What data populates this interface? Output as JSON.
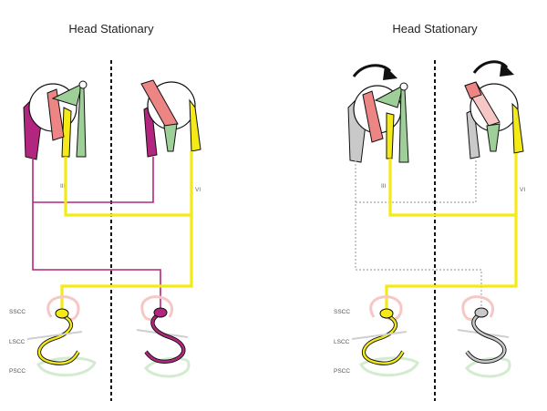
{
  "panels": {
    "left": {
      "title": "Head Stationary"
    },
    "right": {
      "title": "Head Stationary"
    }
  },
  "nerve_labels": {
    "oculomotor": "III",
    "abducens": "VI"
  },
  "canal_labels": {
    "superior": "SSCC",
    "lateral": "LSCC",
    "posterior": "PSCC"
  },
  "colors": {
    "yellow": "#f3ea16",
    "magenta": "#b3267f",
    "gray": "#c9c9c9",
    "dotted_gray": "#b5b5b5",
    "red_muscle": "#ee8585",
    "green_muscle": "#9fcf98",
    "pink_faded": "#f6c7c4",
    "green_faded": "#d3ecd0"
  },
  "icons": {
    "rotation": "curved-arrow-icon"
  }
}
